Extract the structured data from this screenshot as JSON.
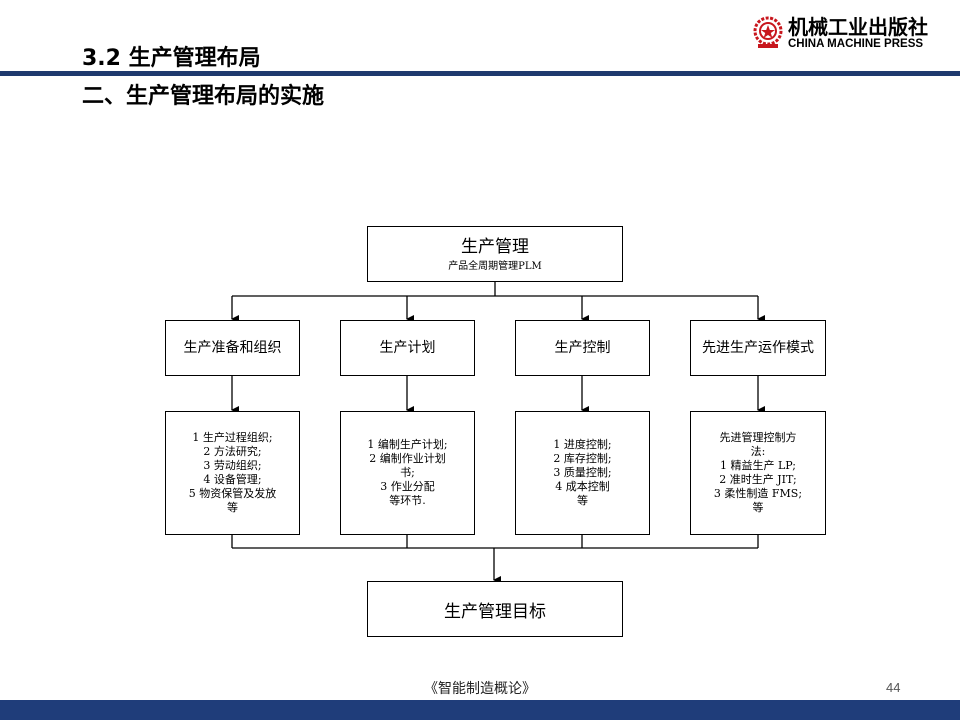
{
  "header": {
    "section_title": "3.2 生产管理布局",
    "subtitle": "二、生产管理布局的实施"
  },
  "logo": {
    "name_cn": "机械工业出版社",
    "name_en": "CHINA MACHINE PRESS"
  },
  "diagram": {
    "top": {
      "title": "生产管理",
      "subtitle": "产品全周期管理PLM"
    },
    "categories": [
      {
        "label": "生产准备和组织",
        "detail": "1 生产过程组织;\n2 方法研究;\n3 劳动组织;\n4 设备管理;\n5 物资保管及发放\n等"
      },
      {
        "label": "生产计划",
        "detail": "1 编制生产计划;\n2 编制作业计划\n书;\n3 作业分配\n等环节."
      },
      {
        "label": "生产控制",
        "detail": "1 进度控制;\n2 库存控制;\n3 质量控制;\n4 成本控制\n等"
      },
      {
        "label": "先进生产运作模式",
        "detail": "先进管理控制方\n法:\n1 精益生产 LP;\n2 准时生产 JIT;\n3 柔性制造 FMS;\n等"
      }
    ],
    "bottom": {
      "title": "生产管理目标"
    }
  },
  "footer": {
    "book_title": "《智能制造概论》",
    "page_number": "44"
  },
  "colors": {
    "accent": "#1f3d7a"
  }
}
